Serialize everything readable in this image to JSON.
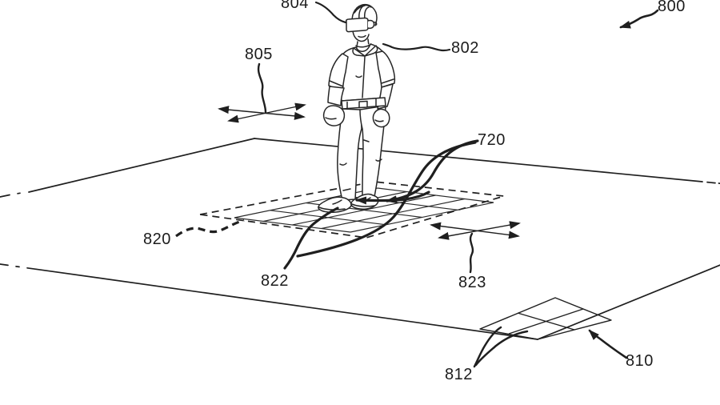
{
  "figure": {
    "colors": {
      "background": "#ffffff",
      "ink": "#1f1f1f"
    },
    "labels": {
      "l804": "804",
      "l800": "800",
      "l802": "802",
      "l805": "805",
      "l720": "720",
      "l820": "820",
      "l822": "822",
      "l823": "823",
      "l812": "812",
      "l810": "810"
    }
  }
}
